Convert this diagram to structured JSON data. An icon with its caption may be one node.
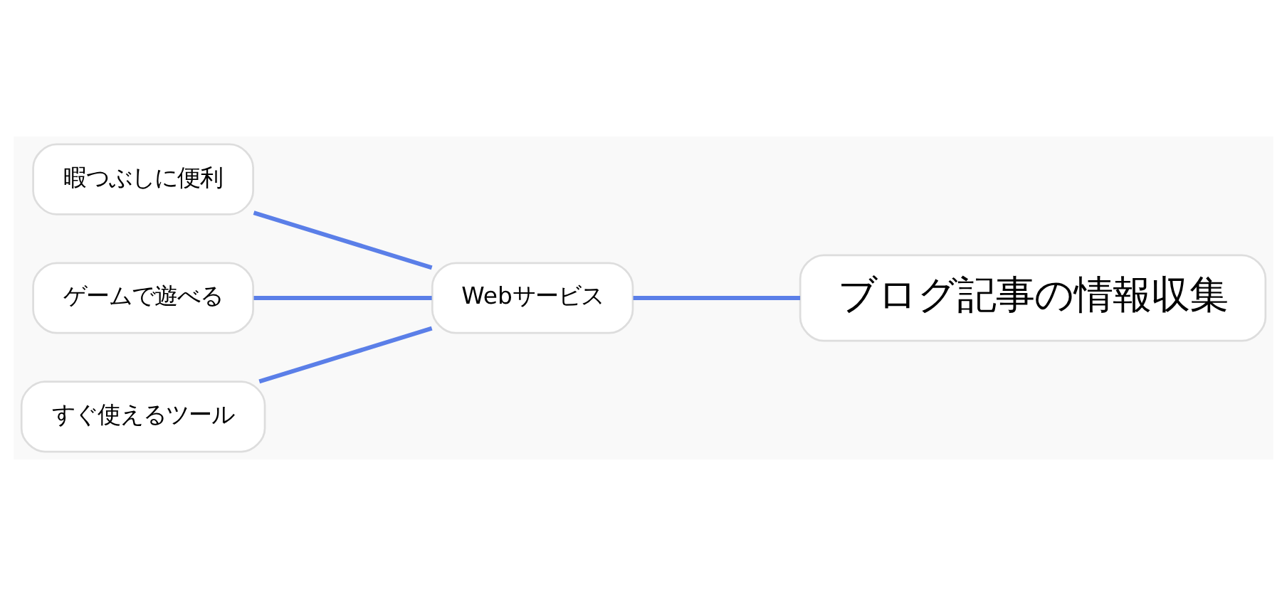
{
  "diagram": {
    "nodes": [
      {
        "text": [
          "ブログ記事の情報収集"
        ]
      },
      {
        "text": [
          "Webサービス"
        ]
      },
      {
        "text": [
          "暇つぶしに便利"
        ]
      },
      {
        "text": [
          "ゲームで遊べる"
        ]
      },
      {
        "text": [
          "すぐ使えるツール"
        ]
      }
    ],
    "edges": [
      {
        "from": 0,
        "to": 1,
        "arrow": "none"
      },
      {
        "from": 1,
        "to": 2,
        "arrow": "none"
      },
      {
        "from": 1,
        "to": 3,
        "arrow": "none"
      },
      {
        "from": 1,
        "to": 4,
        "arrow": "none"
      }
    ]
  }
}
